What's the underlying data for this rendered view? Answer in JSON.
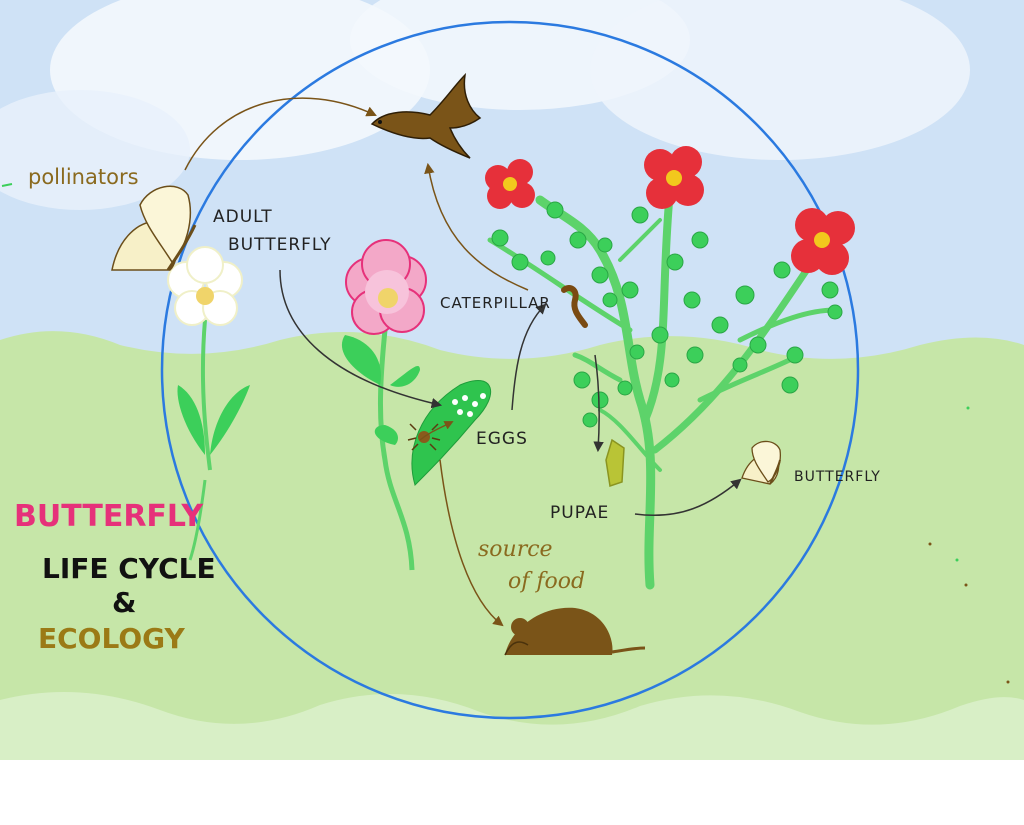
{
  "labels": {
    "pollinators": "pollinators",
    "adult_butterfly_line1": "ADULT",
    "adult_butterfly_line2": "BUTTERFLY",
    "caterpillar": "CATERPILLAR",
    "eggs": "EGGS",
    "pupae": "PUPAE",
    "butterfly": "BUTTERFLY",
    "source_line1": "source",
    "source_line2": "of food"
  },
  "title": {
    "line1": "BUTTERFLY",
    "line2": "LIFE CYCLE",
    "line3": "&",
    "line4": "ECOLOGY"
  },
  "colors": {
    "circle": "#2b7ae0",
    "sky": "#c9def4",
    "grass": "#c6e6a8",
    "stem": "#5dd36a",
    "leaf": "#3ccf5a",
    "red_flower": "#e6303a",
    "pink_flower": "#f3a8c8",
    "brown": "#7a5418",
    "title_pink": "#e6317a",
    "title_black": "#111111",
    "title_brown": "#9b7a16"
  }
}
